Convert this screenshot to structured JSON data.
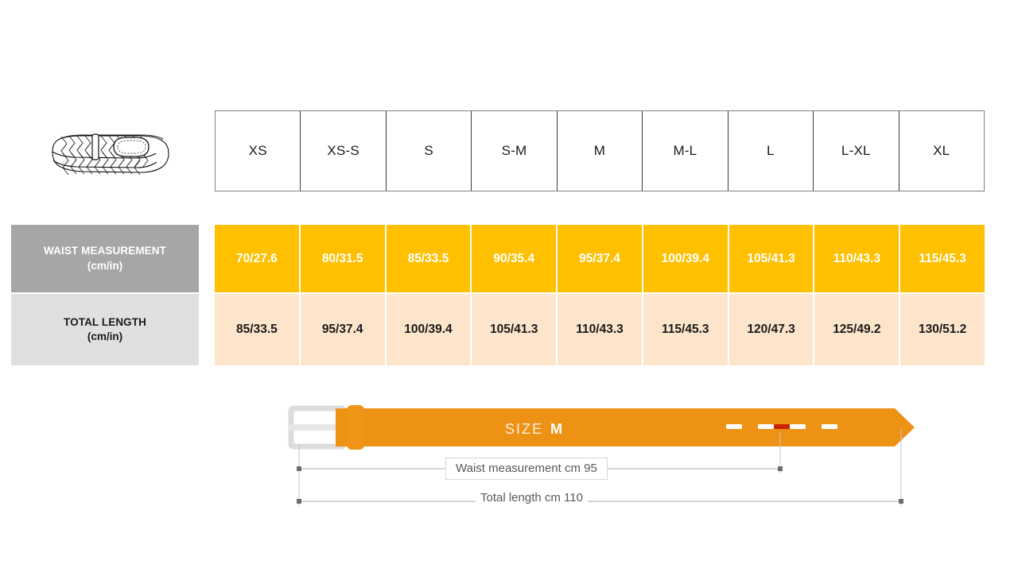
{
  "product_icon": {
    "name": "braided-belt-illustration"
  },
  "size_table": {
    "sizes": [
      "XS",
      "XS-S",
      "S",
      "S-M",
      "M",
      "M-L",
      "L",
      "L-XL",
      "XL"
    ]
  },
  "rows": [
    {
      "label_line1": "WAIST MEASUREMENT",
      "label_line2": "(cm/in)",
      "values": [
        "70/27.6",
        "80/31.5",
        "85/33.5",
        "90/35.4",
        "95/37.4",
        "100/39.4",
        "105/41.3",
        "110/43.3",
        "115/45.3"
      ]
    },
    {
      "label_line1": "TOTAL LENGTH",
      "label_line2": "(cm/in)",
      "values": [
        "85/33.5",
        "95/37.4",
        "100/39.4",
        "105/41.3",
        "110/43.3",
        "115/45.3",
        "120/47.3",
        "125/49.2",
        "130/51.2"
      ]
    }
  ],
  "diagram": {
    "size_prefix": "SIZE",
    "size_value": "M",
    "waist_label": "Waist measurement cm 95",
    "total_label": "Total length cm 110",
    "holes_total": 5,
    "highlighted_hole_index": 2
  },
  "colors": {
    "waist_row_bg": "#FFC000",
    "length_row_bg": "#FCE5CB",
    "waist_label_bg": "#A6A6A6",
    "length_label_bg": "#E0E0E0",
    "belt_body": "#EE9215",
    "belt_buckle": "#E3E3E3",
    "highlight_hole": "#CC2200",
    "dimension_line": "#BFBFBF"
  },
  "chart_data": {
    "type": "table",
    "title": "Belt Size Chart",
    "categories": [
      "XS",
      "XS-S",
      "S",
      "S-M",
      "M",
      "M-L",
      "L",
      "L-XL",
      "XL"
    ],
    "series": [
      {
        "name": "Waist measurement (cm/in)",
        "values": [
          "70/27.6",
          "80/31.5",
          "85/33.5",
          "90/35.4",
          "95/37.4",
          "100/39.4",
          "105/41.3",
          "110/43.3",
          "115/45.3"
        ]
      },
      {
        "name": "Total length (cm/in)",
        "values": [
          "85/33.5",
          "95/37.4",
          "100/39.4",
          "105/41.3",
          "110/43.3",
          "115/45.3",
          "120/47.3",
          "125/49.2",
          "130/51.2"
        ]
      }
    ]
  }
}
